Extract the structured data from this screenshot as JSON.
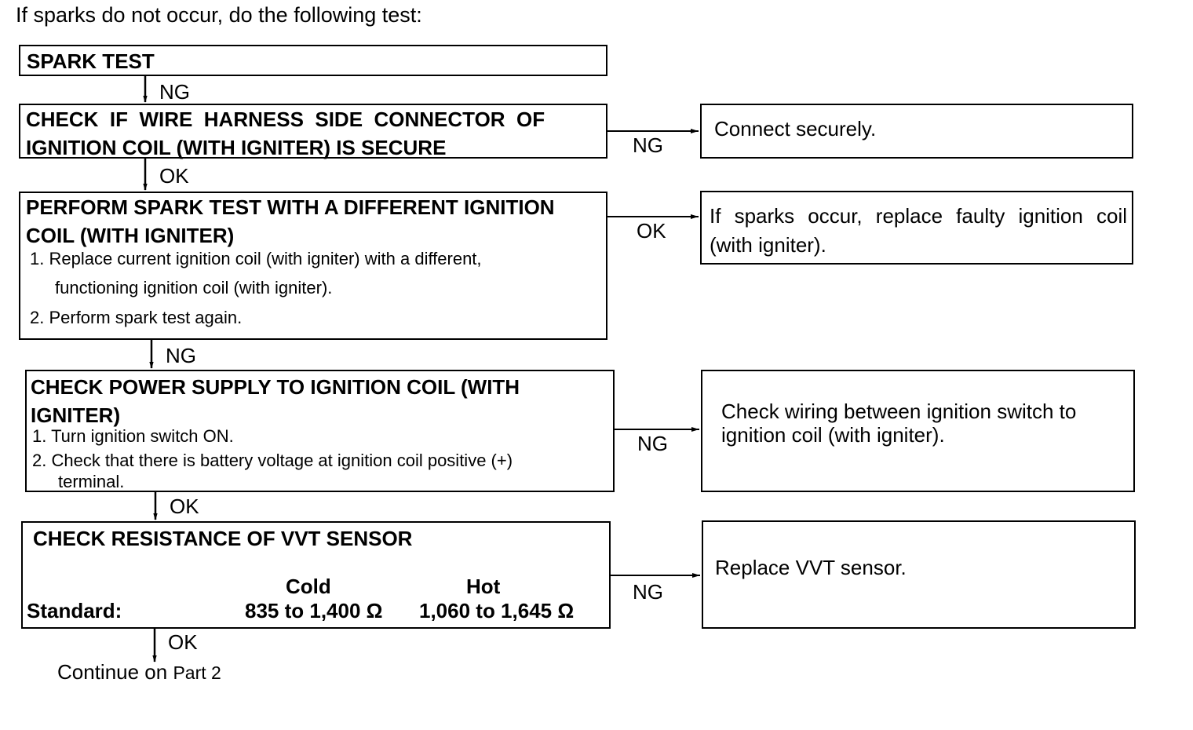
{
  "intro": "If sparks do not occur, do the following test:",
  "steps": [
    {
      "title_lines": [
        "SPARK TEST"
      ]
    },
    {
      "title_lines": [
        "CHECK  IF  WIRE  HARNESS  SIDE  CONNECTOR  OF",
        "IGNITION COIL (WITH IGNITER) IS SECURE"
      ]
    },
    {
      "title_lines": [
        "PERFORM SPARK TEST WITH A DIFFERENT IGNITION",
        "COIL (WITH IGNITER)"
      ],
      "items": [
        "1. Replace current ignition coil (with igniter) with a different,",
        "functioning ignition coil (with igniter).",
        "2. Perform spark test again."
      ]
    },
    {
      "title_lines": [
        "CHECK POWER SUPPLY TO IGNITION COIL (WITH",
        "IGNITER)"
      ],
      "items": [
        "1. Turn ignition switch ON.",
        "2. Check that there is battery voltage at ignition coil positive (+)",
        "terminal."
      ]
    },
    {
      "title_lines": [
        "CHECK RESISTANCE OF VVT SENSOR"
      ],
      "standard": {
        "label": "Standard:",
        "cold_header": "Cold",
        "hot_header": "Hot",
        "cold_value": "835 to 1,400 Ω",
        "hot_value": "1,060 to 1,645 Ω"
      }
    }
  ],
  "results": [
    "Connect securely.",
    "If sparks occur, replace faulty ignition coil (with igniter).",
    "Check wiring between ignition switch to ignition coil (with igniter).",
    "Replace VVT sensor."
  ],
  "flow_labels": {
    "down_1": "NG",
    "down_2": "OK",
    "down_3": "NG",
    "down_4": "OK",
    "down_5": "OK",
    "right_1": "NG",
    "right_2": "OK",
    "right_3": "NG",
    "right_4": "NG"
  },
  "continue": {
    "text": "Continue on",
    "part": "Part 2"
  }
}
